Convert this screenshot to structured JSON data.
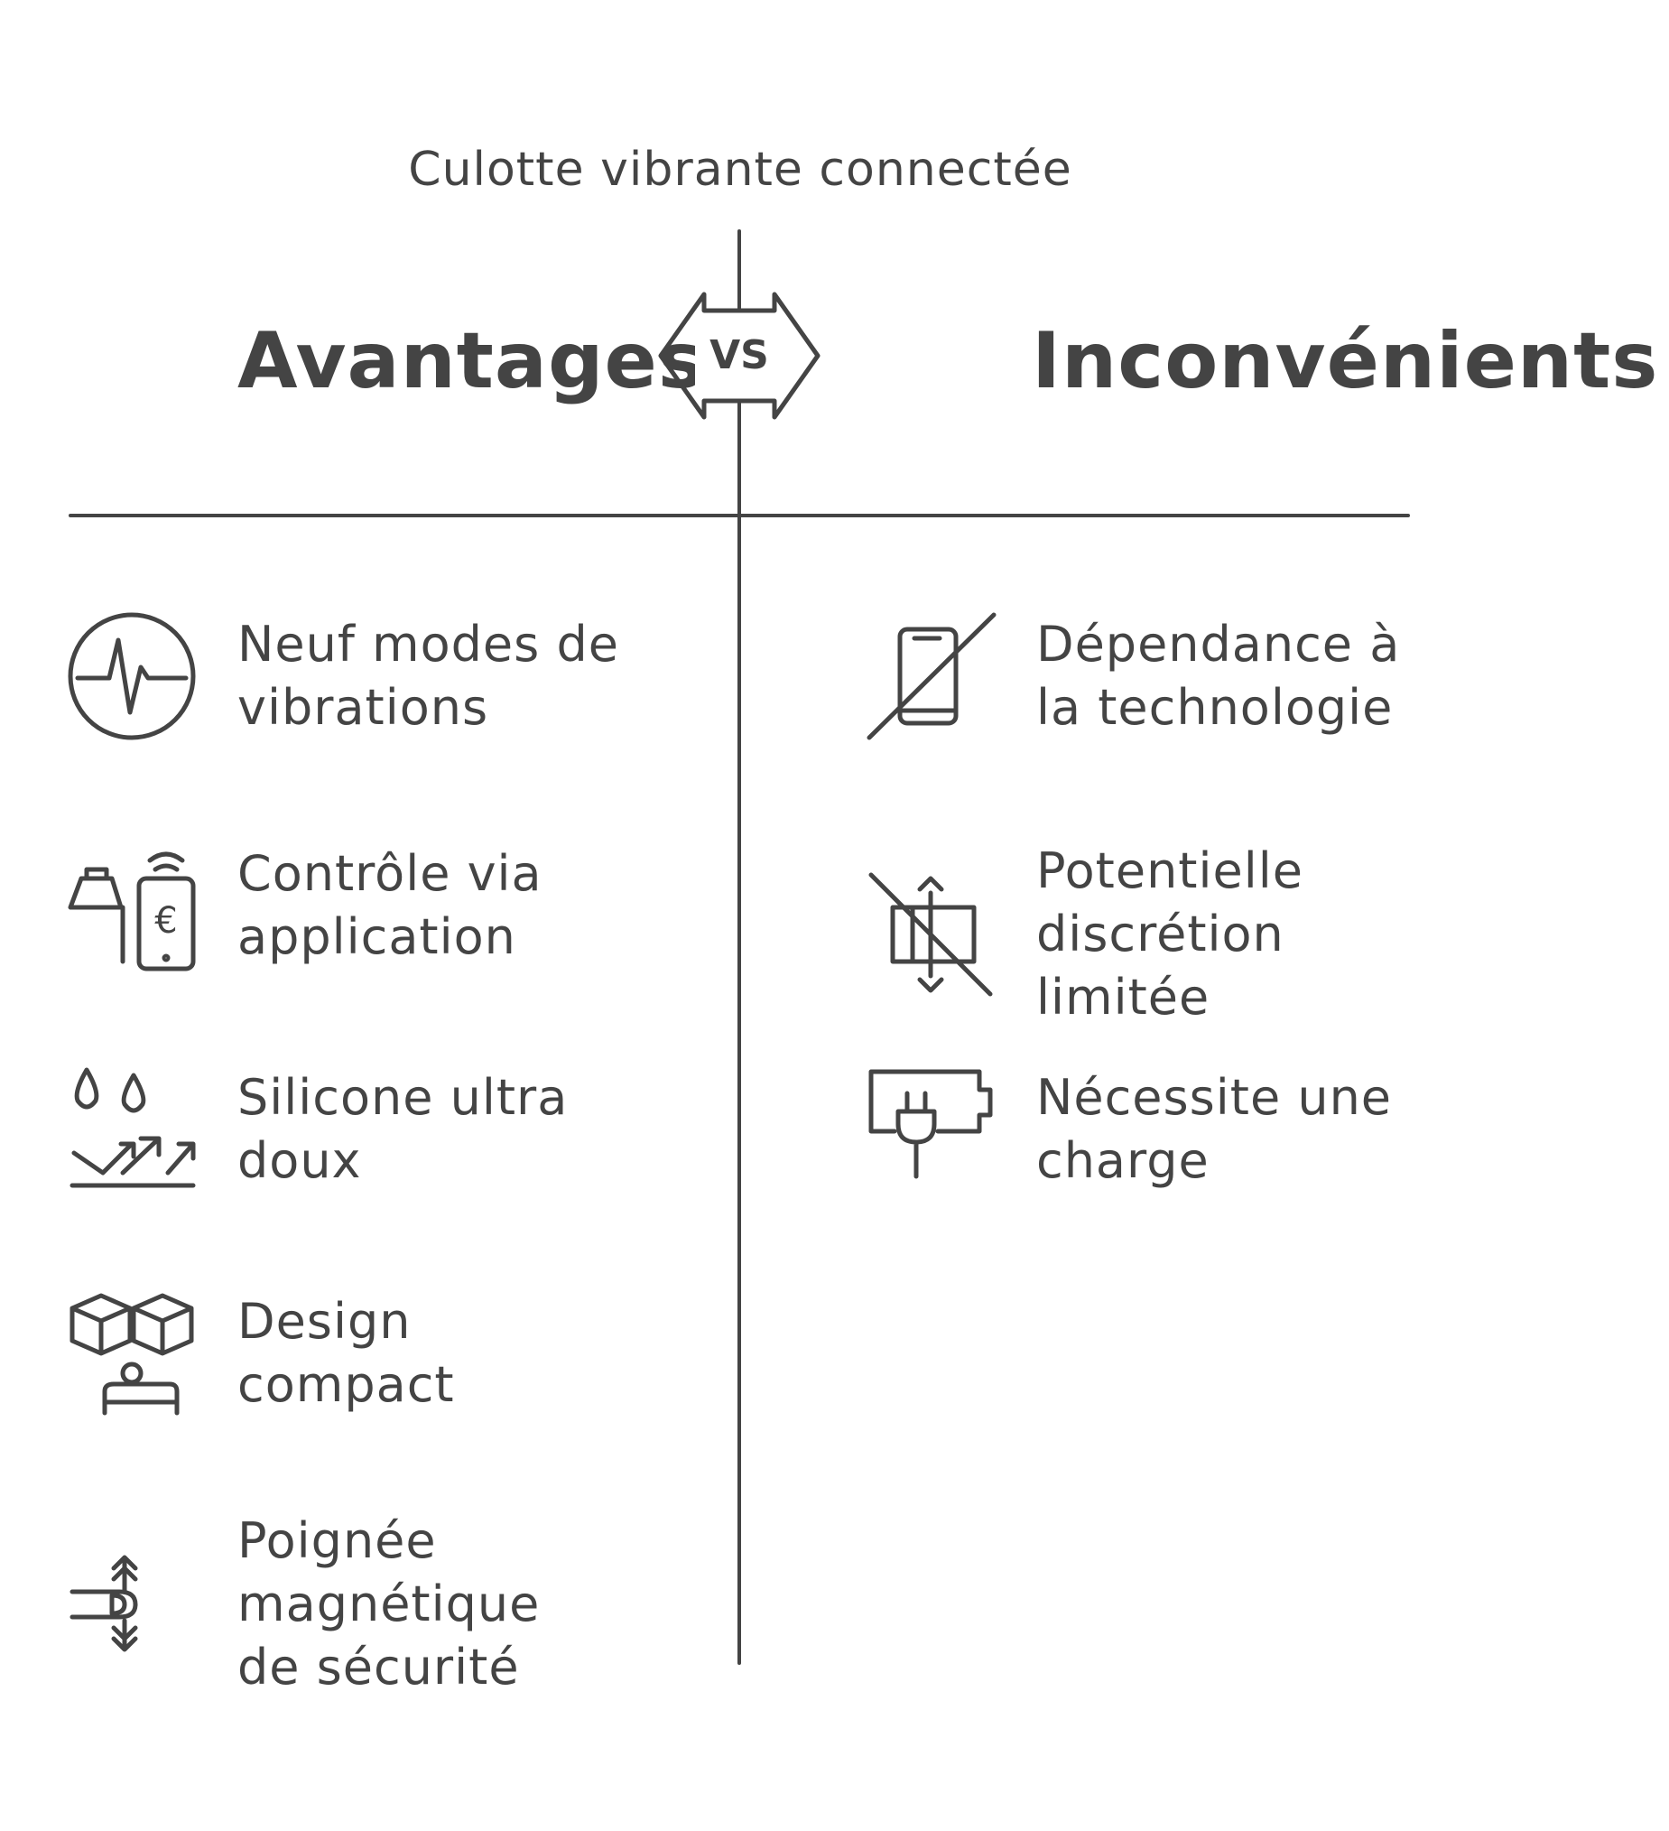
{
  "title": "Culotte vibrante connectée",
  "vs_label": "VS",
  "advantages": {
    "heading": "Avantages",
    "items": [
      {
        "icon": "heartbeat-pulse-icon",
        "lines": [
          "Neuf modes de",
          "vibrations"
        ]
      },
      {
        "icon": "app-payment-phone-icon",
        "lines": [
          "Contrôle via",
          "application"
        ]
      },
      {
        "icon": "soft-droplets-icon",
        "lines": [
          "Silicone ultra",
          "doux"
        ]
      },
      {
        "icon": "compact-boxes-icon",
        "lines": [
          "Design",
          "compact"
        ]
      },
      {
        "icon": "magnetic-handle-icon",
        "lines": [
          "Poignée",
          "magnétique",
          "de sécurité"
        ]
      }
    ]
  },
  "disadvantages": {
    "heading": "Inconvénients",
    "items": [
      {
        "icon": "phone-off-icon",
        "lines": [
          "Dépendance à",
          "la technologie"
        ]
      },
      {
        "icon": "discretion-off-icon",
        "lines": [
          "Potentielle",
          "discrétion",
          "limitée"
        ]
      },
      {
        "icon": "battery-charge-icon",
        "lines": [
          "Nécessite une",
          "charge"
        ]
      }
    ]
  }
}
